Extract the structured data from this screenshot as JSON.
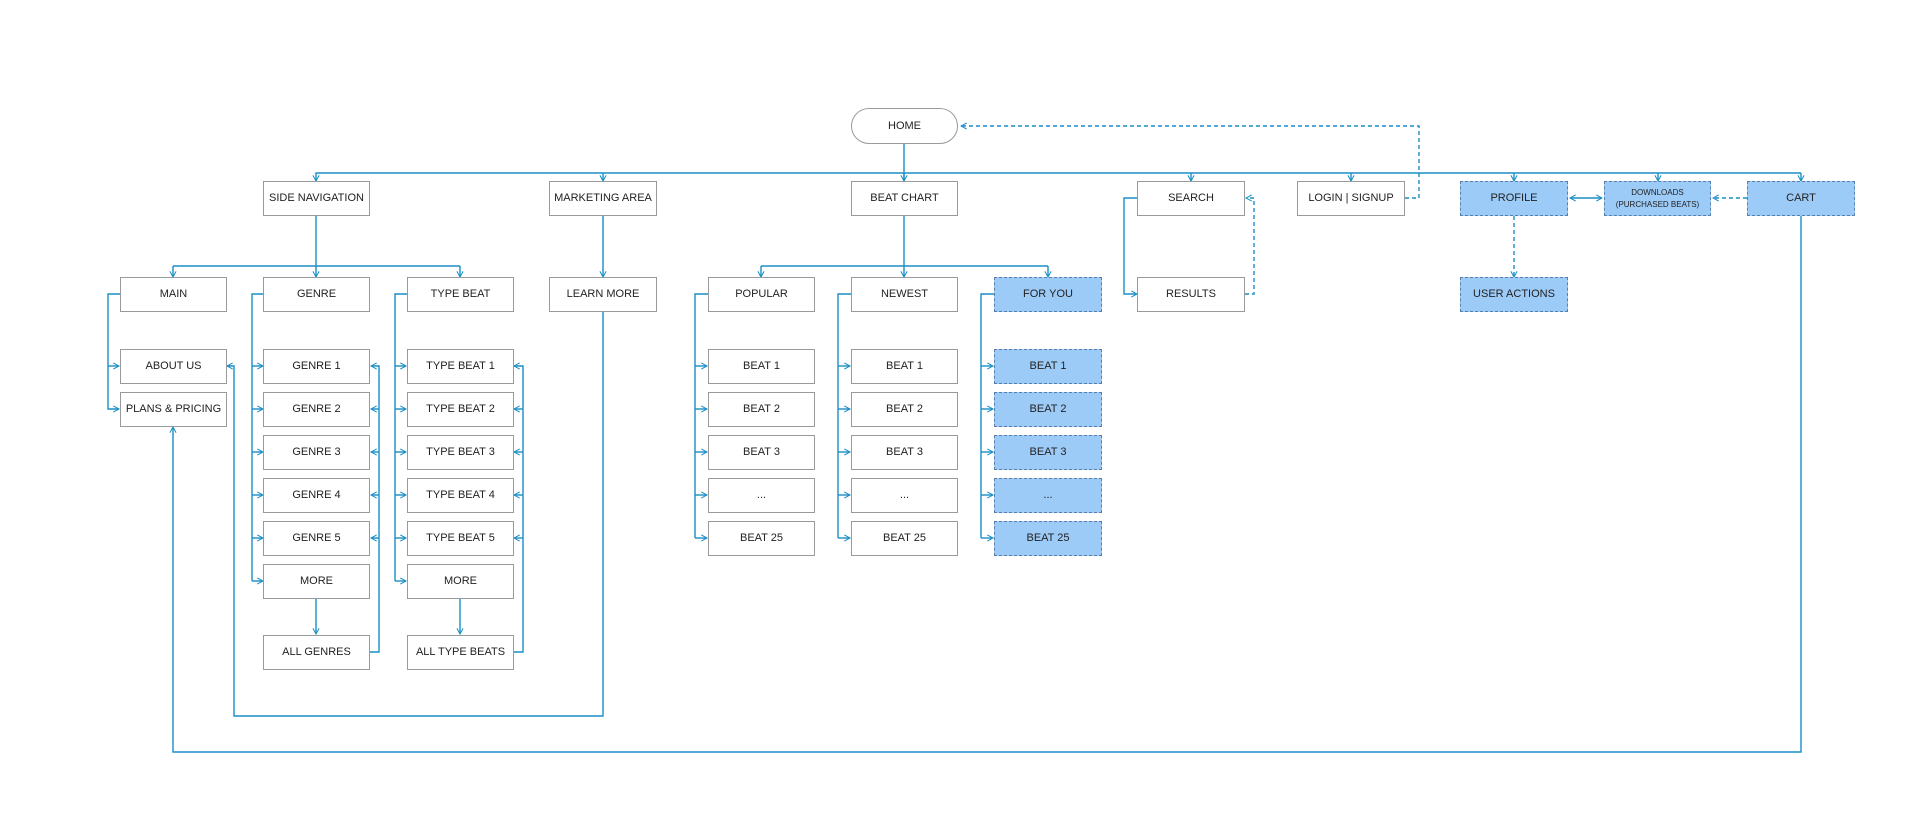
{
  "colors": {
    "line": "#1a8fc7",
    "box_border": "#9a9a9a",
    "highlight": "#9dcbf8",
    "text": "#222222"
  },
  "nodes": {
    "home": "HOME",
    "side_navigation": "SIDE NAVIGATION",
    "marketing_area": "MARKETING AREA",
    "beat_chart": "BEAT CHART",
    "search": "SEARCH",
    "login_signup": "LOGIN | SIGNUP",
    "profile": "PROFILE",
    "downloads_line1": "DOWNLOADS",
    "downloads_line2": "(PURCHASED BEATS)",
    "cart": "CART",
    "main": "MAIN",
    "genre": "GENRE",
    "type_beat": "TYPE BEAT",
    "learn_more": "LEARN MORE",
    "popular": "POPULAR",
    "newest": "NEWEST",
    "for_you": "FOR YOU",
    "results": "RESULTS",
    "user_actions": "USER ACTIONS",
    "about_us": "ABOUT US",
    "plans_pricing": "PLANS & PRICING",
    "all_genres": "ALL GENRES",
    "all_type_beats": "ALL TYPE BEATS"
  },
  "genre_items": [
    "GENRE 1",
    "GENRE 2",
    "GENRE 3",
    "GENRE 4",
    "GENRE 5",
    "MORE"
  ],
  "type_beat_items": [
    "TYPE BEAT 1",
    "TYPE BEAT 2",
    "TYPE BEAT 3",
    "TYPE BEAT 4",
    "TYPE BEAT 5",
    "MORE"
  ],
  "popular_items": [
    "BEAT 1",
    "BEAT 2",
    "BEAT 3",
    "...",
    "BEAT 25"
  ],
  "newest_items": [
    "BEAT 1",
    "BEAT 2",
    "BEAT 3",
    "...",
    "BEAT 25"
  ],
  "for_you_items": [
    "BEAT 1",
    "BEAT 2",
    "BEAT 3",
    "...",
    "BEAT 25"
  ]
}
